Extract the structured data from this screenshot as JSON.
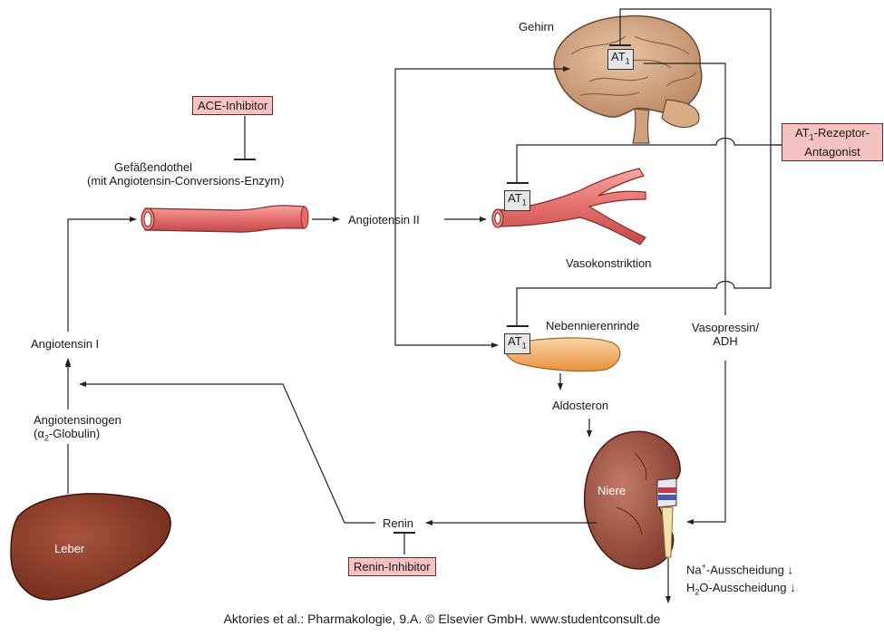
{
  "brain_label": "Gehirn",
  "at1_label": "AT",
  "at1_sub": "1",
  "ace_inhibitor": "ACE-Inhibitor",
  "endothel_line1": "Gefäßendothel",
  "endothel_line2": "(mit Angiotensin-Conversions-Enzym)",
  "angiotensin2": "Angiotensin II",
  "vasoconstriction": "Vasokonstriktion",
  "antagonist_line1_prefix": "AT",
  "antagonist_line1_sub": "1",
  "antagonist_line1_suffix": "-Rezeptor-",
  "antagonist_line2": "Antagonist",
  "adrenal_label": "Nebennierenrinde",
  "vasopressin_line1": "Vasopressin/",
  "vasopressin_line2": "ADH",
  "aldosteron": "Aldosteron",
  "angiotensin1": "Angiotensin I",
  "angiotensinogen_line1": "Angiotensinogen",
  "angiotensinogen_line2_prefix": "(α",
  "angiotensinogen_line2_sub": "2",
  "angiotensinogen_line2_suffix": "-Globulin)",
  "kidney_label": "Niere",
  "renin": "Renin",
  "renin_inhibitor": "Renin-Inhibitor",
  "liver_label": "Leber",
  "na_prefix": "Na",
  "na_sup": "+",
  "na_suffix": "-Ausscheidung ↓",
  "h2o_prefix": "H",
  "h2o_sub": "2",
  "h2o_suffix": "O-Ausscheidung ↓",
  "caption": "Aktories et al.: Pharmakologie, 9.A. © Elsevier GmbH. www.studentconsult.de"
}
